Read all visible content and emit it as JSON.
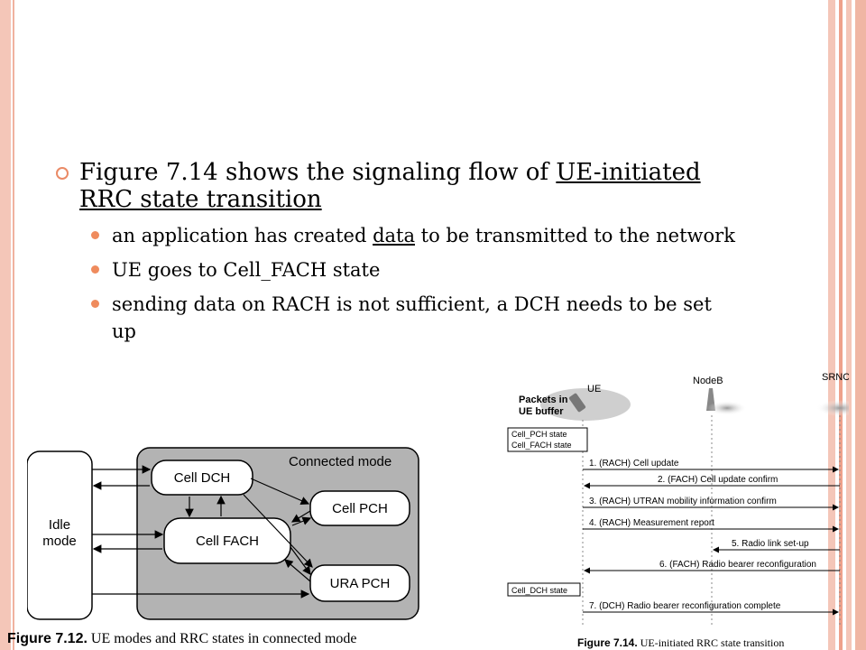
{
  "bullets": {
    "main": {
      "text_before": "Figure 7.14 shows the signaling flow of ",
      "link": "UE-initiated RRC state transition"
    },
    "sub": [
      {
        "before": "an application has created ",
        "link": "data",
        "after": " to be transmitted to the network"
      },
      {
        "text": "UE goes to Cell_FACH state"
      },
      {
        "text": "sending data on RACH is not sufficient, a DCH needs to be set up"
      }
    ]
  },
  "figure12": {
    "idle": [
      "Idle",
      "mode"
    ],
    "connected_label": "Connected mode",
    "states": {
      "cell_dch": "Cell DCH",
      "cell_fach": "Cell FACH",
      "cell_pch": "Cell PCH",
      "ura_pch": "URA PCH"
    },
    "caption_num": "Figure 7.12.",
    "caption_text": "UE modes and RRC states in connected mode"
  },
  "figure14": {
    "packets": [
      "Packets in",
      "UE buffer"
    ],
    "ue": "UE",
    "nodeb": "NodeB",
    "srnc": "SRNC",
    "state_box1": [
      "Cell_PCH state",
      "Cell_FACH state"
    ],
    "state_box2": "Cell_DCH state",
    "messages": [
      "1. (RACH) Cell update",
      "2. (FACH) Cell update confirm",
      "3. (RACH) UTRAN mobility information confirm",
      "4. (RACH) Measurement report",
      "5. Radio link set-up",
      "6. (FACH) Radio bearer reconfiguration",
      "7. (DCH) Radio bearer reconfiguration complete"
    ],
    "caption_num": "Figure 7.14.",
    "caption_text": "UE-initiated RRC state transition"
  },
  "colors": {
    "bullet_ring": "#ea8a66",
    "bullet_dot": "#ef8b5d",
    "stripe": "#f4c6b8",
    "connected_bg": "#b3b3b3"
  }
}
